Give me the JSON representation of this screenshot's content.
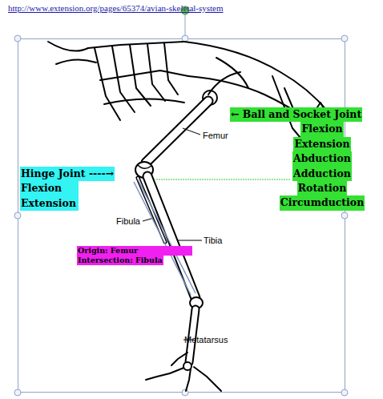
{
  "diagram": {
    "nodes": [
      {
        "text": [
          "← Ball and Socket Joint",
          "Flexion",
          "Extension",
          "Abduction",
          "Adduction",
          "Rotation",
          "Circumduction"
        ]
      },
      {
        "text": [
          "Hinge Joint ----→",
          "Flexion",
          "Extension"
        ]
      },
      {
        "text": [
          "Origin: Femur",
          "Intersection: Fibula"
        ]
      }
    ],
    "labels": [
      "http://www.extension.org/pages/65374/avian-skeletal-system",
      "Femur",
      "Fibula",
      "Tibia",
      "Metatarsus"
    ]
  }
}
